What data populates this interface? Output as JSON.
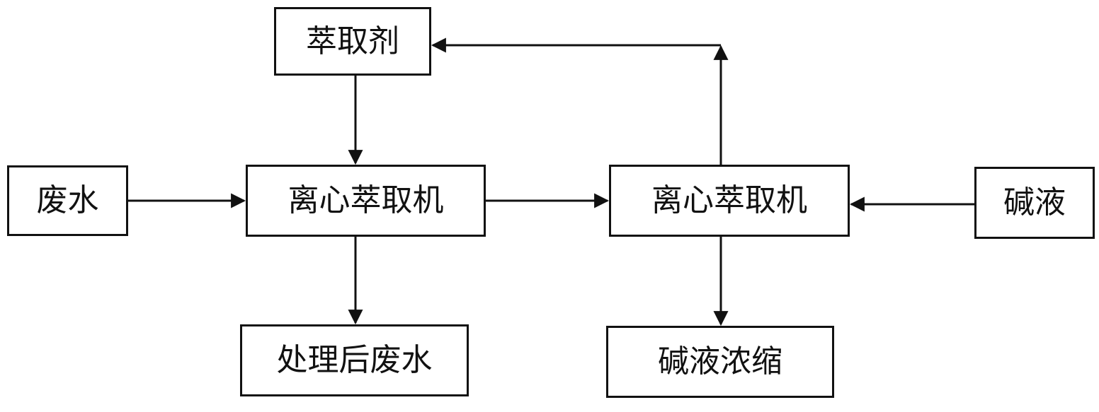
{
  "nodes": {
    "extractant": "萃取剂",
    "wastewater": "废水",
    "centrifuge_1": "离心萃取机",
    "centrifuge_2": "离心萃取机",
    "alkali": "碱液",
    "treated_wastewater": "处理后废水",
    "alkali_concentrate": "碱液浓缩"
  },
  "colors": {
    "line": "#111111",
    "box_border": "#111111",
    "background": "#ffffff"
  },
  "edges": [
    {
      "from": "extractant",
      "to": "centrifuge_1"
    },
    {
      "from": "wastewater",
      "to": "centrifuge_1"
    },
    {
      "from": "centrifuge_1",
      "to": "centrifuge_2"
    },
    {
      "from": "centrifuge_1",
      "to": "treated_wastewater"
    },
    {
      "from": "alkali",
      "to": "centrifuge_2"
    },
    {
      "from": "centrifuge_2",
      "to": "alkali_concentrate"
    },
    {
      "from": "centrifuge_2",
      "to": "extractant"
    }
  ]
}
